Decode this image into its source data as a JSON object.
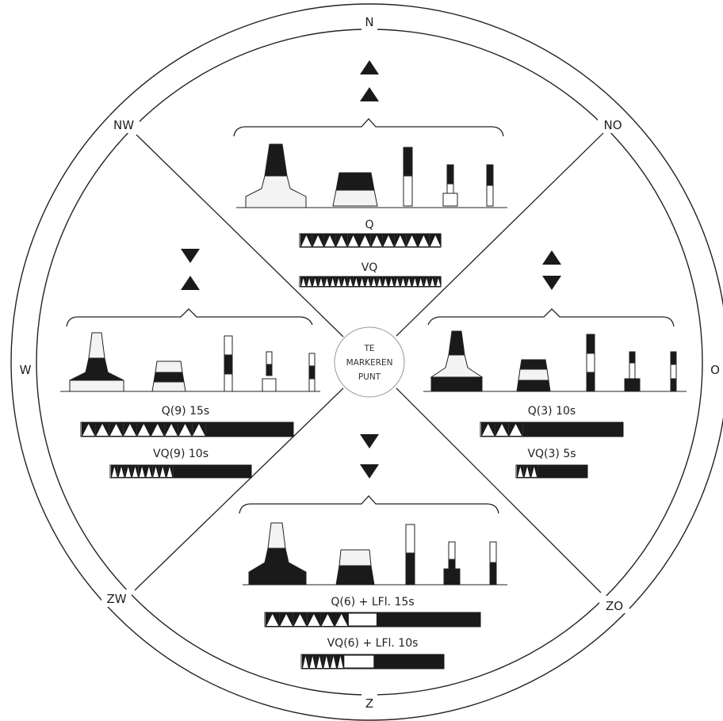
{
  "center": {
    "line1": "TE",
    "line2": "MARKEREN",
    "line3": "PUNT"
  },
  "directions": {
    "n": "N",
    "no": "NO",
    "o": "O",
    "zo": "ZO",
    "z": "Z",
    "zw": "ZW",
    "w": "W",
    "nw": "NW"
  },
  "quadrants": {
    "north": {
      "topmark": "two cones pointing up",
      "q": {
        "label": "Q",
        "flashes": 12,
        "total_s": null
      },
      "vq": {
        "label": "VQ",
        "flashes": 24,
        "total_s": null
      }
    },
    "east": {
      "topmark": "two cones base to base",
      "q": {
        "label": "Q(3) 10s",
        "flashes": 3,
        "total_s": 10
      },
      "vq": {
        "label": "VQ(3) 5s",
        "flashes": 3,
        "total_s": 5
      }
    },
    "south": {
      "topmark": "two cones pointing down",
      "q": {
        "label": "Q(6) + LFl. 15s",
        "flashes": 6,
        "long_flash": true,
        "total_s": 15
      },
      "vq": {
        "label": "VQ(6) + LFl. 10s",
        "flashes": 6,
        "long_flash": true,
        "total_s": 10
      }
    },
    "west": {
      "topmark": "two cones point to point",
      "q": {
        "label": "Q(9) 15s",
        "flashes": 9,
        "total_s": 15
      },
      "vq": {
        "label": "VQ(9) 10s",
        "flashes": 9,
        "total_s": 10
      }
    }
  },
  "colors": {
    "ink": "#1a1a1a",
    "paper": "#ffffff",
    "light_fill": "#f3f3f3"
  }
}
